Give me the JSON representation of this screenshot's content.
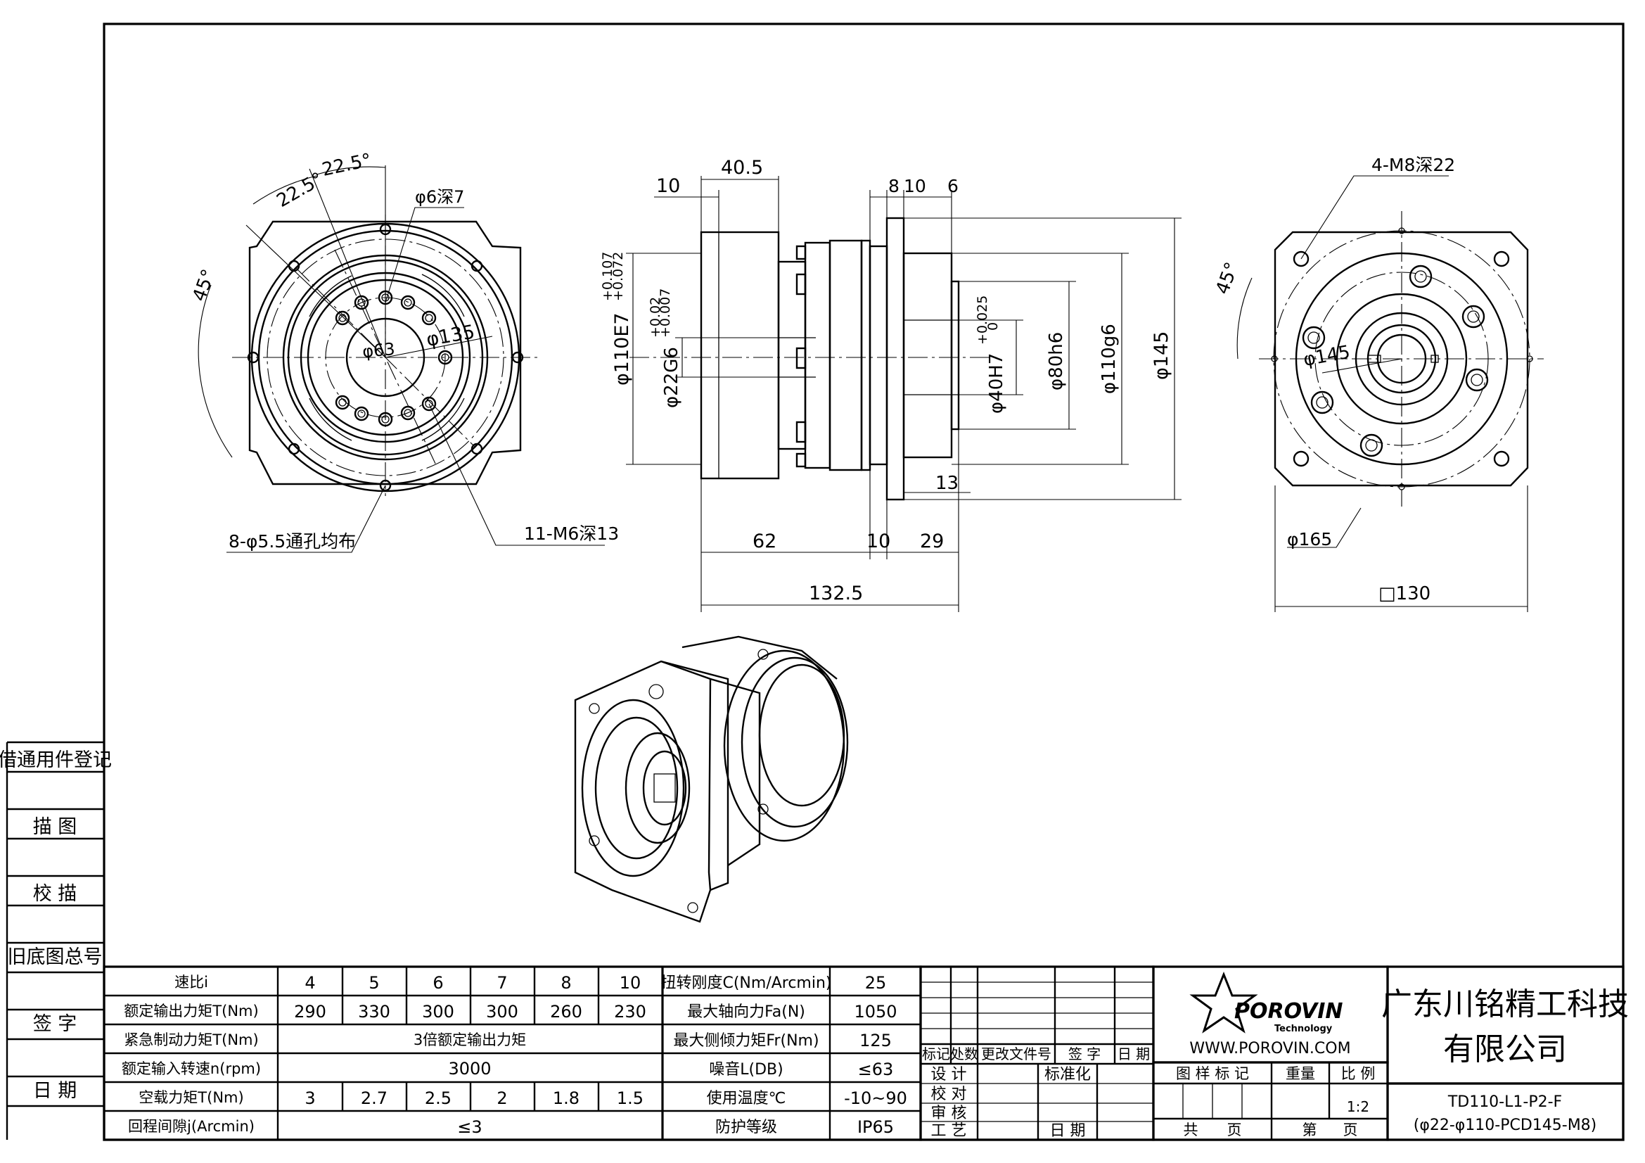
{
  "dims": {
    "left": {
      "a1": "22.5°",
      "a2": "22.5°",
      "a3": "45°",
      "hole": "φ6深7",
      "pcd_in": "φ63",
      "pcd_out": "φ135",
      "holes_thru": "8-φ5.5通孔均布",
      "tapped": "11-M6深13"
    },
    "side": {
      "d10": "10",
      "d405": "40.5",
      "d8": "8",
      "d10b": "10",
      "d6": "6",
      "d110e7": "φ110E7",
      "tol110_hi": "+0.107",
      "tol110_lo": "+0.072",
      "d22g6": "φ22G6",
      "tol22_hi": "+0.02",
      "tol22_lo": "+0.007",
      "d40h7": "φ40H7",
      "tol40_hi": "+0.025",
      "tol40_lo": "0",
      "d80h6": "φ80h6",
      "d110g6": "φ110g6",
      "d145": "φ145",
      "d13": "13",
      "d62": "62",
      "d10c": "10",
      "d29": "29",
      "d1325": "132.5"
    },
    "right": {
      "holes": "4-M8深22",
      "a45": "45°",
      "pcd": "φ145",
      "d165": "φ165",
      "sq": "□130"
    }
  },
  "left_strip": {
    "labels": [
      "借通用件登记",
      "描 图",
      "校 描",
      "旧底图总号",
      "签 字",
      "日 期"
    ]
  },
  "spec_table": {
    "rows": [
      {
        "label": "速比i",
        "cells": [
          "4",
          "5",
          "6",
          "7",
          "8",
          "10"
        ]
      },
      {
        "label": "额定输出力矩T(Nm)",
        "cells": [
          "290",
          "330",
          "300",
          "300",
          "260",
          "230"
        ]
      },
      {
        "label": "紧急制动力矩T(Nm)",
        "merged": "3倍额定输出力矩"
      },
      {
        "label": "额定输入转速n(rpm)",
        "merged": "3000"
      },
      {
        "label": "空载力矩T(Nm)",
        "cells": [
          "3",
          "2.7",
          "2.5",
          "2",
          "1.8",
          "1.5"
        ]
      },
      {
        "label": "回程间隙j(Arcmin)",
        "merged": "≤3"
      }
    ],
    "right_rows": [
      {
        "label": "扭转刚度C(Nm/Arcmin)",
        "value": "25"
      },
      {
        "label": "最大轴向力Fa(N)",
        "value": "1050"
      },
      {
        "label": "最大侧倾力矩Fr(Nm)",
        "value": "125"
      },
      {
        "label": "噪音L(DB)",
        "value": "≤63"
      },
      {
        "label": "使用温度℃",
        "value": "-10~90"
      },
      {
        "label": "防护等级",
        "value": "IP65"
      }
    ]
  },
  "revision_block": {
    "headers": [
      "标记",
      "处数",
      "更改文件号",
      "签 字",
      "日 期"
    ],
    "roles": [
      "设 计",
      "校 对",
      "审 核",
      "工 艺"
    ],
    "std": "标准化",
    "date": "日 期"
  },
  "logo": {
    "brand": "POROVIN",
    "sub": "Technology",
    "website": "WWW.POROVIN.COM"
  },
  "info": {
    "headers": [
      "图 样 标 记",
      "重量",
      "比 例"
    ],
    "scale": "1:2",
    "sheets": [
      "共",
      "页",
      "第",
      "页"
    ]
  },
  "company": {
    "line1": "广东川铭精工科技",
    "line2": "有限公司"
  },
  "part": {
    "line1": "TD110-L1-P2-F",
    "line2": "(φ22-φ110-PCD145-M8)"
  }
}
